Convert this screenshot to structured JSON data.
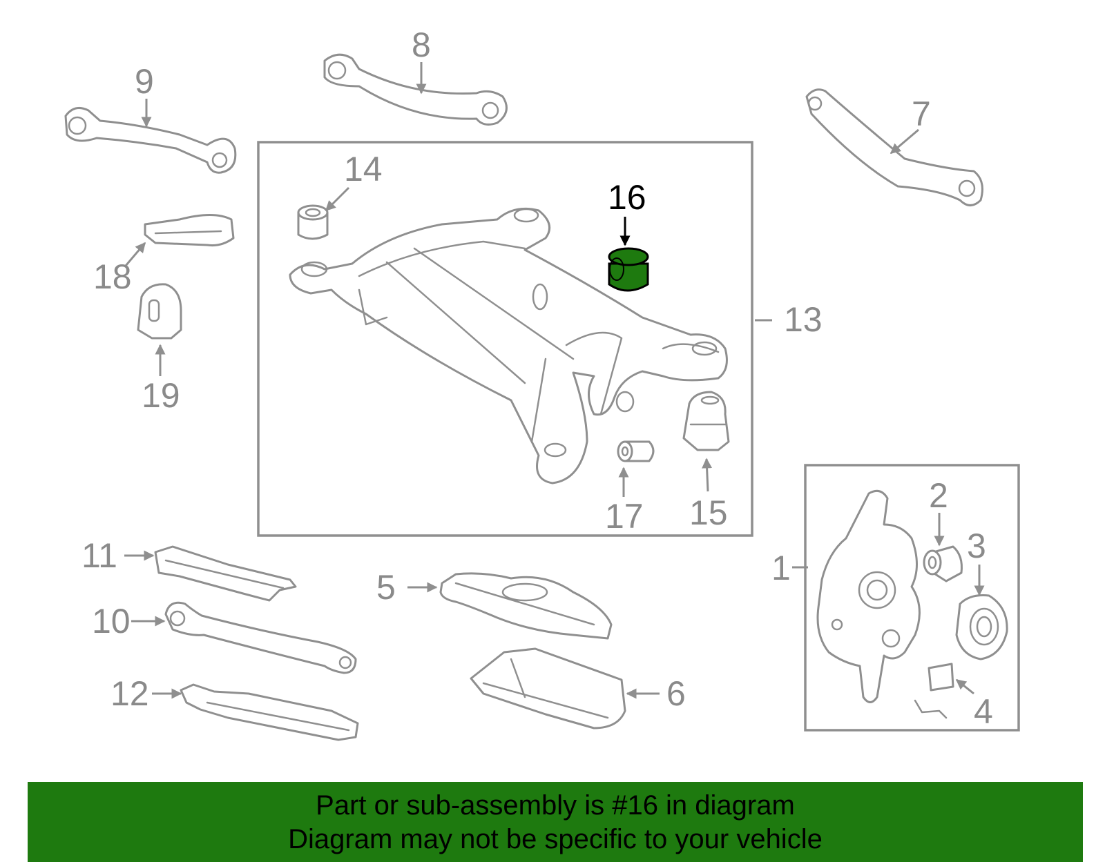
{
  "diagram": {
    "callouts": {
      "c1": "1",
      "c2": "2",
      "c3": "3",
      "c4": "4",
      "c5": "5",
      "c6": "6",
      "c7": "7",
      "c8": "8",
      "c9": "9",
      "c10": "10",
      "c11": "11",
      "c12": "12",
      "c13": "13",
      "c14": "14",
      "c15": "15",
      "c16": "16",
      "c17": "17",
      "c18": "18",
      "c19": "19"
    },
    "highlighted_part": "16",
    "colors": {
      "highlight_fill": "#1e7a0f",
      "line_gray": "#8f8f8f",
      "banner_bg": "#1e7a0f"
    }
  },
  "footer": {
    "line1": "Part or sub-assembly is #16 in diagram",
    "line2": "Diagram may not be specific to your vehicle"
  }
}
